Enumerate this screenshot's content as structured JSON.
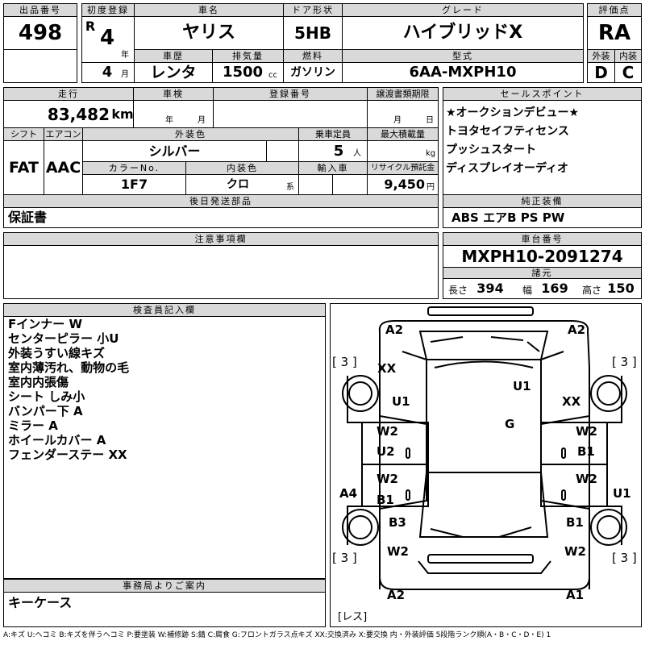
{
  "headers": {
    "lot_no": "出品番号",
    "first_reg": "初度登録",
    "car_name": "車名",
    "doors": "ドア形状",
    "grade": "グレード",
    "score": "評価点",
    "exterior": "外装",
    "interior": "内装",
    "history": "車歴",
    "displacement": "排気量",
    "fuel": "燃料",
    "model_type": "型式",
    "mileage": "走行",
    "inspection": "車検",
    "reg_no": "登録番号",
    "transfer_deadline": "譲渡書類期限",
    "sales_points": "セールスポイント",
    "shift": "シフト",
    "aircon": "エアコン",
    "ext_color": "外装色",
    "capacity": "乗車定員",
    "max_load": "最大積載量",
    "color_no": "カラーNo.",
    "int_color": "内装色",
    "import": "輸入車",
    "recycle": "リサイクル預託金",
    "accessories": "後日発送部品",
    "equipment": "純正装備",
    "notes": "注意事項欄",
    "chassis": "車台番号",
    "specs": "諸元",
    "inspector": "検査員記入欄",
    "office": "事務局よりご案内"
  },
  "lot_no": "498",
  "era": "R",
  "year": "4",
  "month": "4",
  "year_unit": "年",
  "month_unit": "月",
  "car_name": "ヤリス",
  "doors": "5HB",
  "grade": "ハイブリッドX",
  "score": "RA",
  "exterior_score": "D",
  "interior_score": "C",
  "history": "レンタ",
  "displacement": "1500",
  "displacement_unit": "cc",
  "fuel": "ガソリン",
  "model_type": "6AA-MXPH10",
  "mileage": "83,482",
  "mileage_unit": "km",
  "inspection_year_unit": "年",
  "inspection_month_unit": "月",
  "transfer_month_unit": "月",
  "transfer_day_unit": "日",
  "sales_points": [
    "★オークションデビュー★",
    "トヨタセイフティセンス",
    "プッシュスタート",
    "ディスプレイオーディオ"
  ],
  "shift": "FAT",
  "aircon": "AAC",
  "ext_color": "シルバー",
  "capacity": "5",
  "capacity_unit": "人",
  "load_unit": "kg",
  "color_no": "1F7",
  "int_color": "クロ",
  "int_color_unit": "系",
  "recycle": "9,450",
  "recycle_unit": "円",
  "accessories": "保証書",
  "equipment": "ABS エアB PS PW",
  "chassis": "MXPH10-2091274",
  "length_label": "長さ",
  "length": "394",
  "width_label": "幅",
  "width": "169",
  "height_label": "高さ",
  "height": "150",
  "inspector_notes": [
    "Fインナー W",
    "センターピラー 小U",
    "外装うすい線キズ",
    "室内薄汚れ、動物の毛",
    "室内内張傷",
    "シート しみ小",
    "バンパー下 A",
    "ミラー A",
    "ホイールカバー A",
    "フェンダーステー XX"
  ],
  "diagram": {
    "a2_tl": "A2",
    "a2_tr": "A2",
    "xx_l": "XX",
    "u1_l": "U1",
    "u1_c": "U1",
    "xx_r": "XX",
    "g": "G",
    "w2_1": "W2",
    "u2": "U2",
    "w2_2": "W2",
    "b1_1": "B1",
    "w2_3": "W2",
    "b1_2": "B1",
    "w2_4": "W2",
    "a4": "A4",
    "u1_r": "U1",
    "b3": "B3",
    "b1_3": "B1",
    "w2_5": "W2",
    "w2_6": "W2",
    "a2_bl": "A2",
    "a1_br": "A1",
    "tire_tl": "[ 3 ]",
    "tire_tr": "[ 3 ]",
    "tire_bl": "[ 3 ]",
    "tire_br": "[ 3 ]",
    "spare": "[レス]"
  },
  "office": "キーケース",
  "legend": "A:キズ U:ヘコミ B:キズを伴うヘコミ P:要塗装 W:補修跡 S:錆 C:腐食 G:フロントガラス点キズ XX:交換済み X:要交換 内・外装評価 5段階ランク順(A・B・C・D・E) 1"
}
